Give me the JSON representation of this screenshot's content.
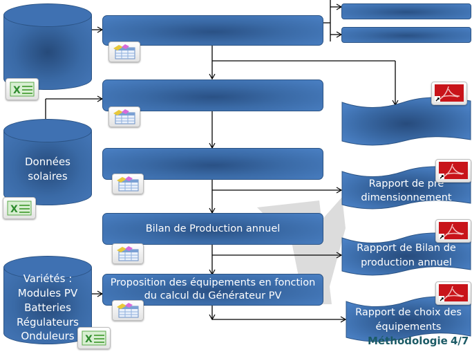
{
  "diagram": {
    "sources": {
      "top_db": {
        "label": ""
      },
      "solar_db": {
        "label_line1": "Données",
        "label_line2": "solaires"
      },
      "varieties_db": {
        "lines": [
          "Variétés :",
          "Modules PV",
          "Batteries",
          "Régulateurs",
          "Onduleurs"
        ]
      }
    },
    "process": {
      "step1": {
        "label": ""
      },
      "step2": {
        "label": ""
      },
      "step3": {
        "label": ""
      },
      "step4": {
        "label": "Bilan de Production annuel"
      },
      "step5": {
        "line1": "Proposition des équipements en fonction",
        "line2": "du calcul du Générateur PV"
      },
      "output_a": {
        "label": ""
      },
      "output_b": {
        "label": ""
      }
    },
    "reports": {
      "report1": {
        "line1": "",
        "line2": ""
      },
      "report2": {
        "line1": "Rapport de pré",
        "line2": "dimensionnement"
      },
      "report3": {
        "line1": "Rapport de Bilan de",
        "line2": "production annuel"
      },
      "report4": {
        "line1": "Rapport de choix des",
        "line2": "équipements"
      }
    },
    "icons": {
      "excel": "excel-icon",
      "table": "table-icon",
      "pdf": "pdf-icon"
    }
  },
  "footer": {
    "section_title": "Méthodologie",
    "page_indicator": "4/7"
  },
  "colors": {
    "box_blue": "#3a6aa6",
    "box_border": "#2b5384",
    "footer_teal": "#1c5b66",
    "watermark_gray": "#d9d9d9"
  }
}
